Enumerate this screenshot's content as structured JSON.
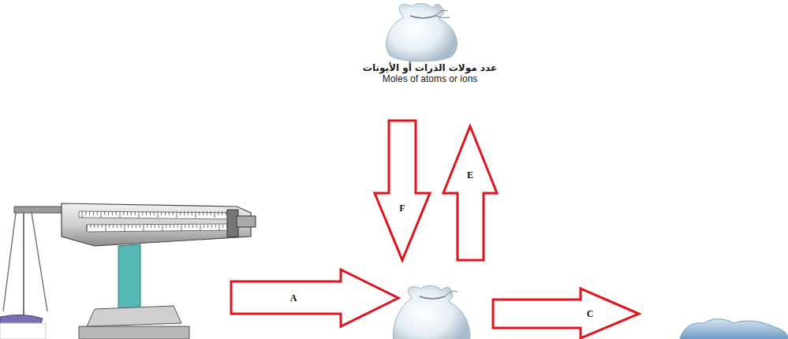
{
  "diagram": {
    "nodes": [
      {
        "text": [
          "عدد مولات الذرات أو الأيونات",
          "Moles of atoms or ions"
        ]
      }
    ],
    "labels": [
      "F",
      "E",
      "A",
      "C"
    ]
  }
}
